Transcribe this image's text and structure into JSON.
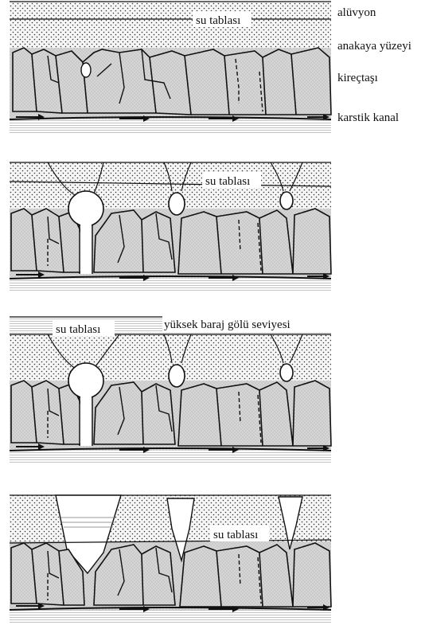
{
  "panels": [
    {
      "id": "stage-1",
      "labels": {
        "water_table": "su tablası",
        "alluvium": "alüvyon",
        "bedrock_surface": "anakaya yüzeyi",
        "limestone": "kireçtaşı",
        "karst_channel": "karstik kanal"
      }
    },
    {
      "id": "stage-2",
      "labels": {
        "water_table": "su tablası"
      }
    },
    {
      "id": "stage-3",
      "labels": {
        "water_table": "su tablası",
        "reservoir_level": "yüksek baraj gölü seviyesi"
      }
    },
    {
      "id": "stage-4",
      "labels": {
        "water_table": "su tablası"
      }
    }
  ],
  "colors": {
    "limestone_fill": "#d9d9d9",
    "alluvium_fill": "#f4f4f4",
    "line": "#111111",
    "background": "#ffffff"
  }
}
